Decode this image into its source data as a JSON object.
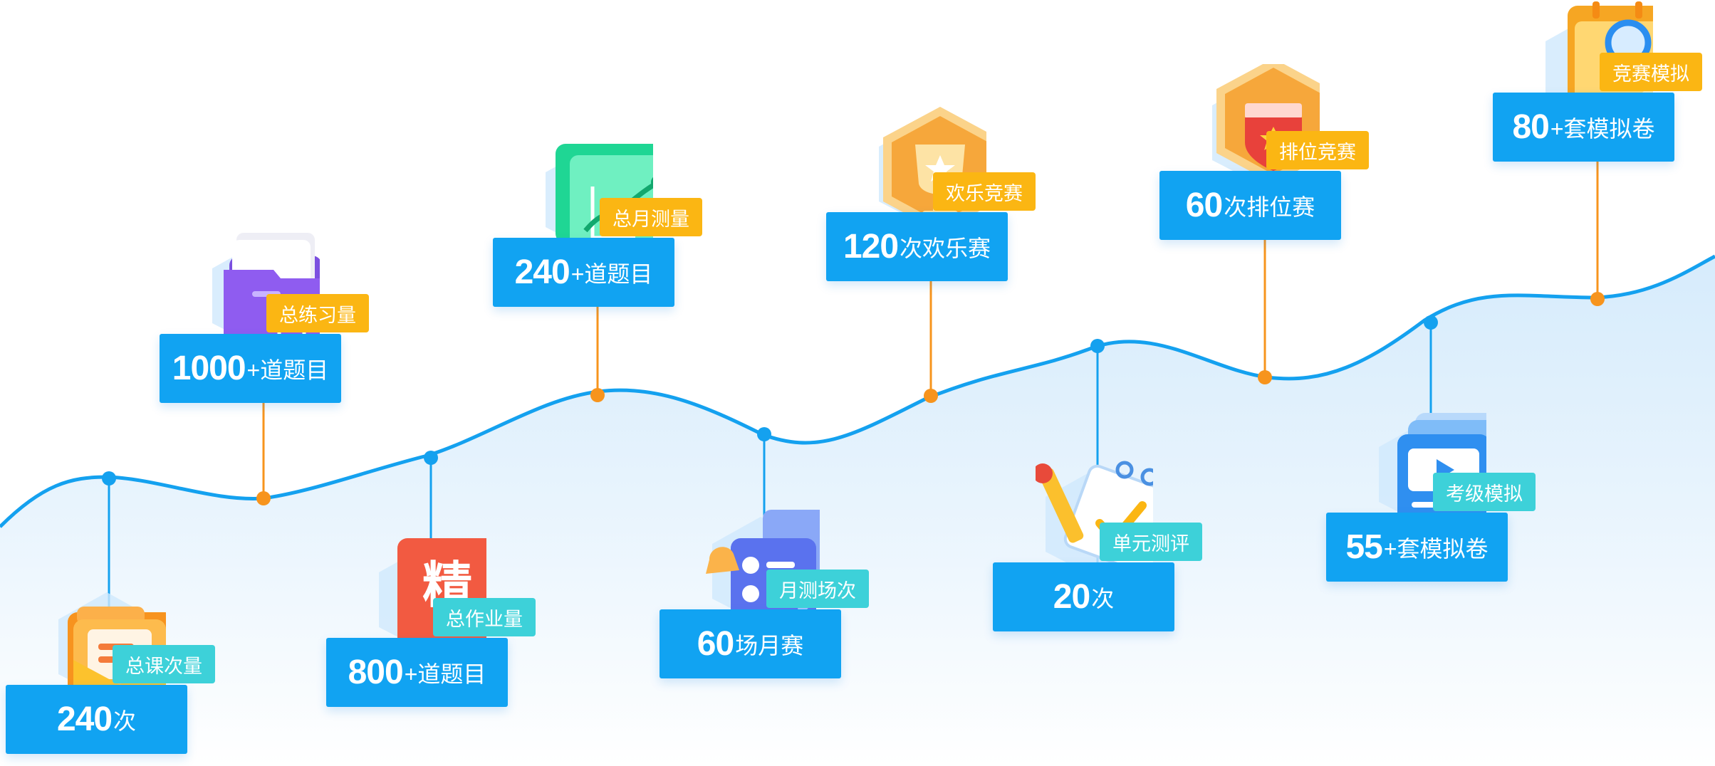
{
  "colors": {
    "card_bg": "#11a3f2",
    "curve": "#14a1ef",
    "tag_orange": "#fbb613",
    "tag_teal": "#3dd1d9",
    "connector_orange": "#f7941d"
  },
  "milestones": [
    {
      "number": "240",
      "unit": "次",
      "tag": "总课次量",
      "tag_color": "teal",
      "icon": "folder-mail-icon"
    },
    {
      "number": "1000",
      "unit": "+道题目",
      "tag": "总练习量",
      "tag_color": "orange",
      "icon": "purple-folder-icon"
    },
    {
      "number": "800",
      "unit": "+道题目",
      "tag": "总作业量",
      "tag_color": "teal",
      "icon": "jing-book-icon",
      "icon_text": "精"
    },
    {
      "number": "240",
      "unit": "+道题目",
      "tag": "总月测量",
      "tag_color": "orange",
      "icon": "trend-chart-icon"
    },
    {
      "number": "60",
      "unit": "场月赛",
      "tag": "月测场次",
      "tag_color": "teal",
      "icon": "bell-form-icon"
    },
    {
      "number": "120",
      "unit": "次欢乐赛",
      "tag": "欢乐竞赛",
      "tag_color": "orange",
      "icon": "trophy-hexagon-icon"
    },
    {
      "number": "20",
      "unit": "次",
      "tag": "单元测评",
      "tag_color": "teal",
      "icon": "pencil-calendar-icon"
    },
    {
      "number": "60",
      "unit": "次排位赛",
      "tag": "排位竞赛",
      "tag_color": "orange",
      "icon": "shield-badge-icon"
    },
    {
      "number": "55",
      "unit": "+套模拟卷",
      "tag": "考级模拟",
      "tag_color": "teal",
      "icon": "video-player-icon"
    },
    {
      "number": "80",
      "unit": "+套模拟卷",
      "tag": "竞赛模拟",
      "tag_color": "orange",
      "icon": "calendar-magnifier-icon"
    }
  ]
}
